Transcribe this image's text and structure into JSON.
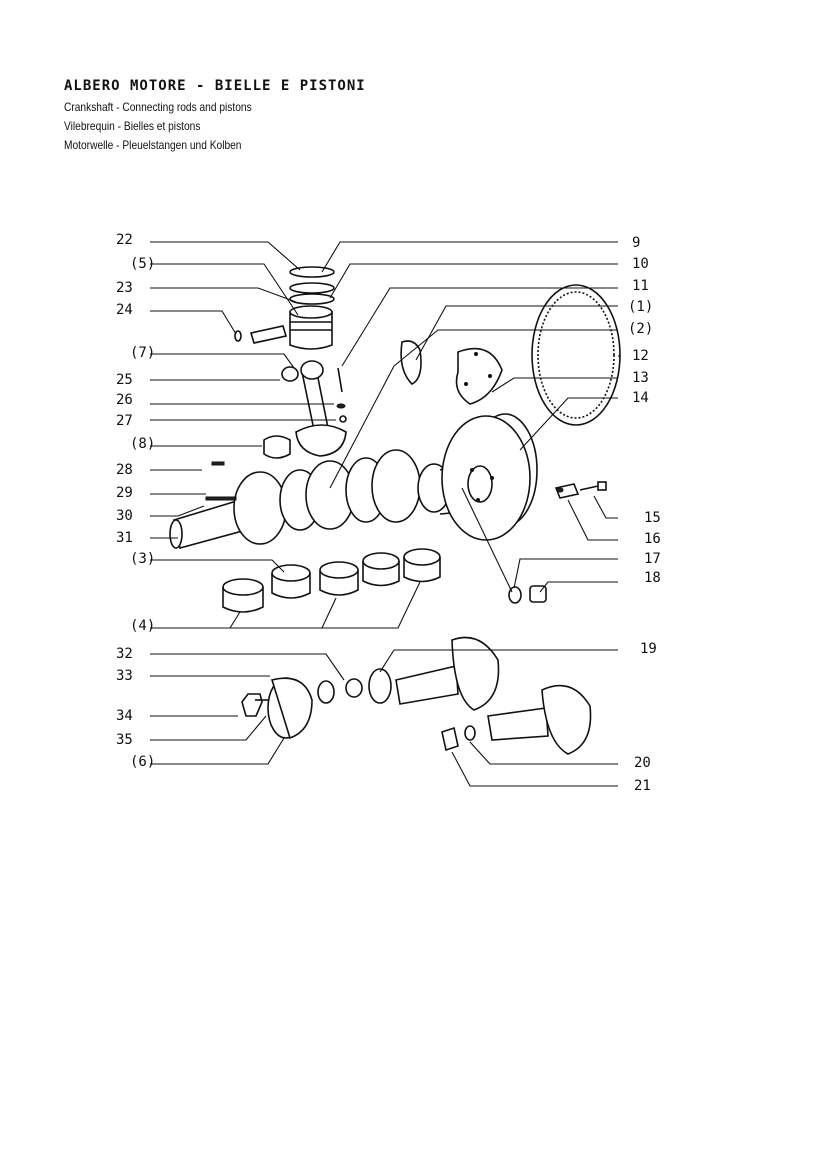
{
  "title": "ALBERO MOTORE - BIELLE E PISTONI",
  "subtitles": [
    "Crankshaft - Connecting rods and pistons",
    "Vilebrequin - Bielles et pistons",
    "Motorwelle - Pleuelstangen und Kolben"
  ],
  "labels_left": [
    "22",
    "(5)",
    "23",
    "24",
    "(7)",
    "25",
    "26",
    "27",
    "(8)",
    "28",
    "29",
    "30",
    "31",
    "(3)",
    "(4)",
    "32",
    "33",
    "34",
    "35",
    "(6)"
  ],
  "labels_right": [
    "9",
    "10",
    "11",
    "(1)",
    "(2)",
    "12",
    "13",
    "14",
    "15",
    "16",
    "17",
    "18",
    "19",
    "20",
    "21"
  ]
}
